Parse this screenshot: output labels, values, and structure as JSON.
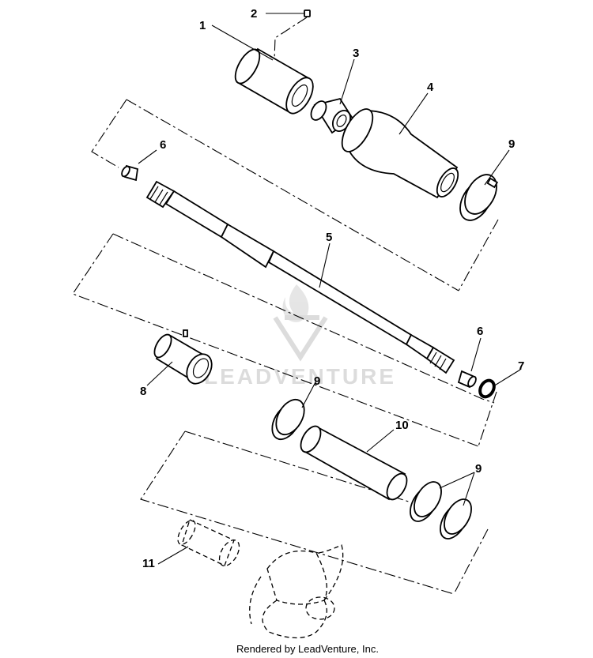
{
  "callouts": {
    "c1": "1",
    "c2": "2",
    "c3": "3",
    "c4": "4",
    "c5": "5",
    "c6a": "6",
    "c6b": "6",
    "c7": "7",
    "c8": "8",
    "c9a": "9",
    "c9b": "9",
    "c9c": "9",
    "c10": "10",
    "c11": "11"
  },
  "watermark": {
    "text": "LEADVENTURE"
  },
  "credit": "Rendered by LeadVenture, Inc."
}
